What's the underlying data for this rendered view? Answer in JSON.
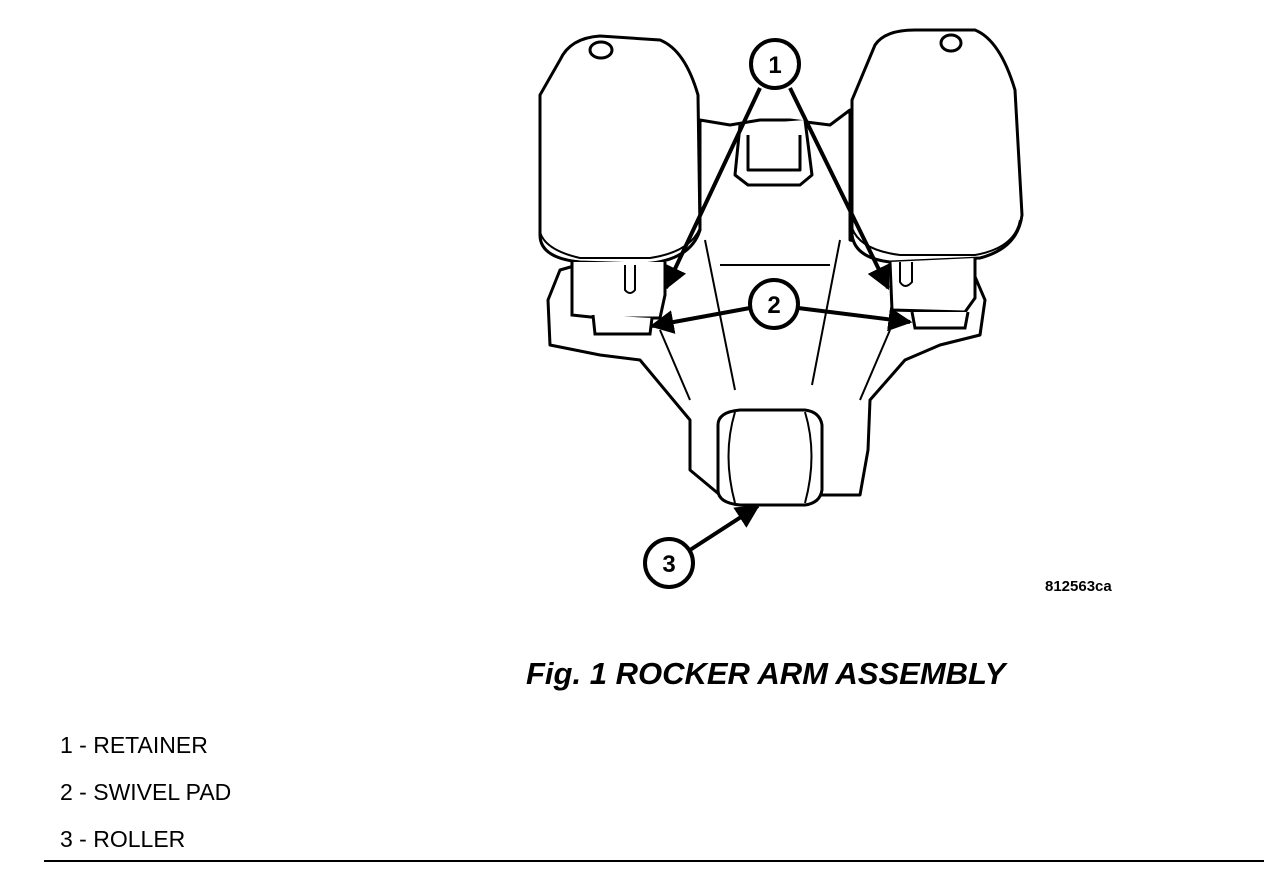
{
  "figure": {
    "id": "812563ca",
    "caption": "Fig.  1 ROCKER ARM ASSEMBLY"
  },
  "callouts": [
    "1",
    "2",
    "3"
  ],
  "legend": [
    {
      "number": "1",
      "label": "RETAINER",
      "text": "1 - RETAINER"
    },
    {
      "number": "2",
      "label": "SWIVEL PAD",
      "text": "2 - SWIVEL PAD"
    },
    {
      "number": "3",
      "label": "ROLLER",
      "text": "3 - ROLLER"
    }
  ]
}
